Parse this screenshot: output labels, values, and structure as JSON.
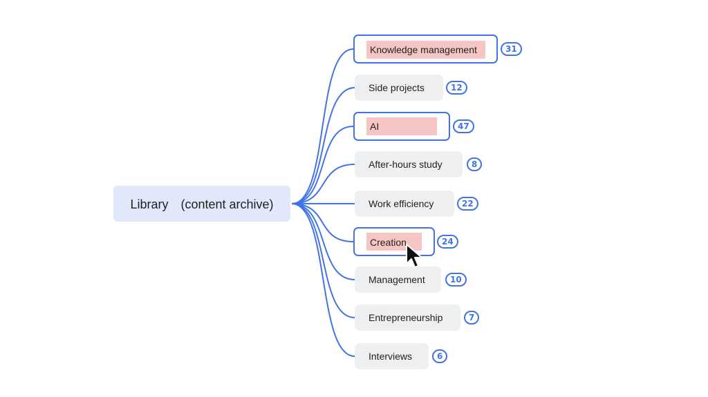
{
  "root": {
    "label": "Library　(content archive)"
  },
  "colors": {
    "accent": "#3f73e6",
    "root_bg": "#e1e8fa",
    "node_bg": "#eeeff1",
    "highlight": "#f5c6c4"
  },
  "branches": [
    {
      "label": "Knowledge management",
      "count": "31",
      "selected": true
    },
    {
      "label": "Side projects",
      "count": "12",
      "selected": false
    },
    {
      "label": "AI",
      "count": "47",
      "selected": true
    },
    {
      "label": "After-hours study",
      "count": "8",
      "selected": false
    },
    {
      "label": "Work efficiency",
      "count": "22",
      "selected": false
    },
    {
      "label": "Creation",
      "count": "24",
      "selected": true
    },
    {
      "label": "Management",
      "count": "10",
      "selected": false
    },
    {
      "label": "Entrepreneurship",
      "count": "7",
      "selected": false
    },
    {
      "label": "Interviews",
      "count": "6",
      "selected": false
    }
  ],
  "cursor": {
    "icon": "mouse-pointer-icon"
  }
}
